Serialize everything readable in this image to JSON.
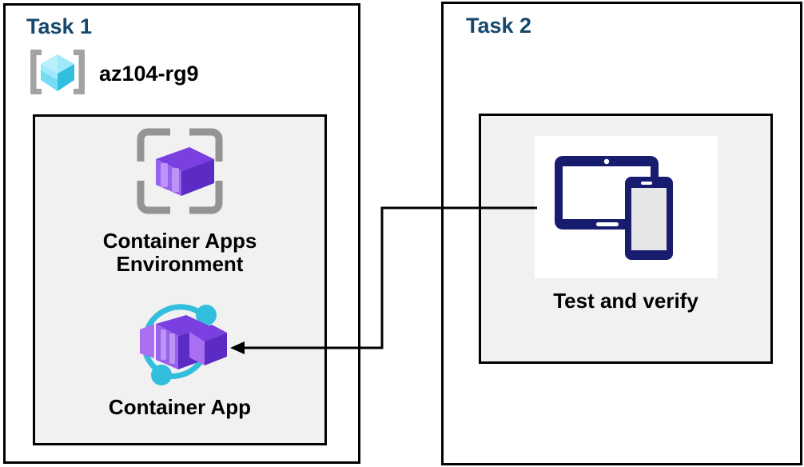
{
  "diagram": {
    "title": "Azure Container Apps task diagram",
    "background": "#ffffff",
    "colors": {
      "task_title": "#14486e",
      "panel_fill": "#f1f1f1",
      "outline": "#000000",
      "container_purple": "#6b2fd4",
      "container_purple_light": "#a86ff0",
      "accent_cyan": "#32bedd",
      "resource_group_bracket": "#a0a0a0",
      "device_navy": "#171c6e",
      "connector": "#000000"
    }
  },
  "task1": {
    "title": "Task 1",
    "resource_group": {
      "icon": "resource-group-icon",
      "name": "az104-rg9"
    },
    "nodes": [
      {
        "id": "container-apps-environment",
        "icon": "container-apps-environment-icon",
        "label": "Container Apps\nEnvironment"
      },
      {
        "id": "container-app",
        "icon": "container-app-icon",
        "label": "Container App"
      }
    ]
  },
  "task2": {
    "title": "Task 2",
    "nodes": [
      {
        "id": "test-and-verify",
        "icon": "devices-icon",
        "label": "Test and verify"
      }
    ]
  },
  "connector": {
    "id": "test-to-container-app",
    "from": "test-and-verify",
    "to": "container-app",
    "arrow_direction": "left",
    "style": "orthogonal"
  }
}
